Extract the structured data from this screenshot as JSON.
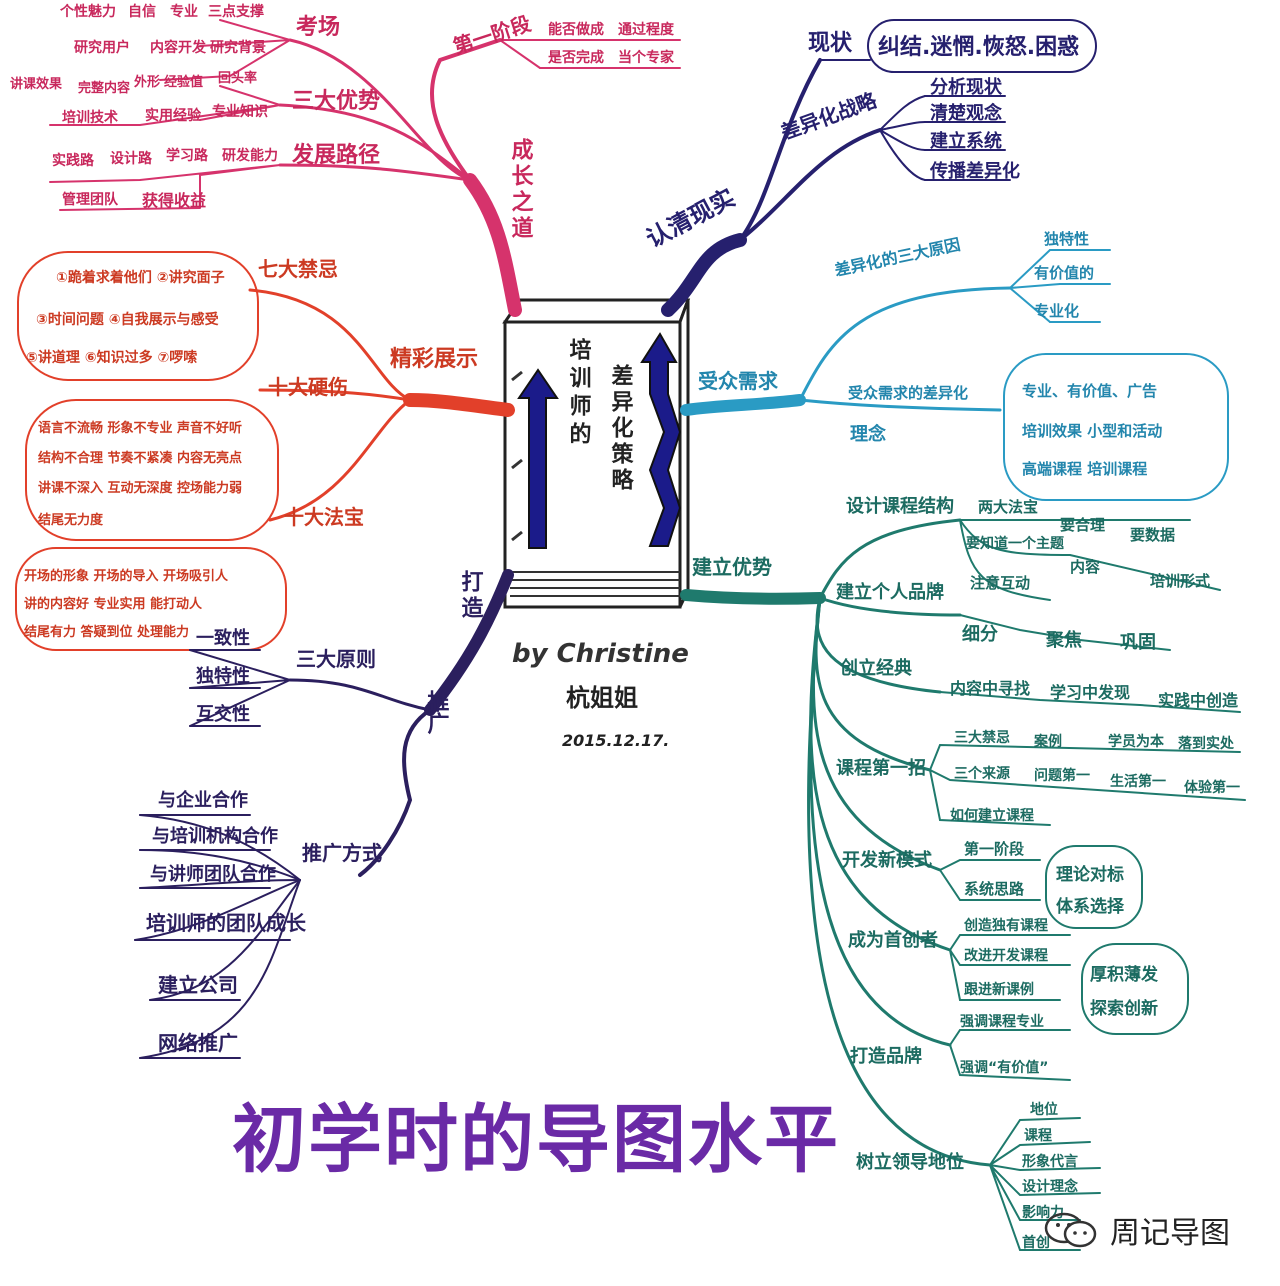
{
  "center": {
    "title_col1": "培训师的",
    "title_col2": "差异化策略",
    "author": "by Christine",
    "name": "杭姐姐",
    "date": "2015.12.17."
  },
  "branches": {
    "kunjing": {
      "label": "认清现实",
      "children": [
        {
          "label": "现状",
          "box": "纠结.迷惘.恢怒.困惑"
        },
        {
          "label": "差异化战略",
          "items": [
            "分析现状",
            "清楚观念",
            "建立系统",
            "传播差异化"
          ]
        }
      ]
    },
    "chengzhang": {
      "label": "成长之道",
      "children": [
        {
          "label": "第一阶段",
          "items": [
            "能否做成",
            "通过程度",
            "是否完成",
            "当个专家"
          ]
        },
        {
          "label": "考场",
          "items": [
            "个性魅力",
            "自信",
            "专业",
            "三点支撑",
            "研究用户",
            "内容开发",
            "研究背景"
          ]
        },
        {
          "label": "三大优势",
          "items": [
            "讲课效果",
            "完整内容",
            "外形",
            "经验值",
            "回头率",
            "培训技术",
            "实用经验",
            "专业知识"
          ]
        },
        {
          "label": "发展路径",
          "items": [
            "实践路",
            "设计路",
            "学习路",
            "研发能力",
            "管理团队",
            "获得收益"
          ]
        }
      ]
    },
    "jingcai": {
      "label": "精彩展示",
      "children": [
        {
          "label": "七大禁忌",
          "box": [
            "①跪着求着他们 ②讲究面子",
            "③时间问题 ④自我展示与感受",
            "⑤讲道理 ⑥知识过多 ⑦啰嗦"
          ]
        },
        {
          "label": "十大硬伤",
          "box": [
            "语言不流畅  形象不专业  声音不好听",
            "结构不合理  节奏不紧凑  内容无亮点",
            "讲课不深入  互动无深度  控场能力弱",
            "结尾无力度"
          ]
        },
        {
          "label": "十大法宝",
          "box": [
            "开场的形象  开场的导入  开场吸引人",
            "讲的内容好  专业实用  能打动人",
            "结尾有力  答疑到位  处理能力"
          ]
        }
      ]
    },
    "tuiguang": {
      "label": "推广",
      "sub": "打造",
      "children": [
        {
          "label": "三大原则",
          "items": [
            "一致性",
            "独特性",
            "互交性"
          ]
        },
        {
          "label": "推广方式",
          "items": [
            "与企业合作",
            "与培训机构合作",
            "与讲师团队合作",
            "培训师的团队成长",
            "建立公司",
            "网络推广"
          ]
        }
      ]
    },
    "shouzhong": {
      "label": "受众需求",
      "children": [
        {
          "label": "差异化的三大原因",
          "items": [
            "独特性",
            "有价值的",
            "专业化"
          ]
        },
        {
          "label": "受众需求的差异化",
          "sub": "理念",
          "box": [
            "专业、有价值、广告",
            "培训效果  小型和活动",
            "高端课程  培训课程"
          ]
        }
      ]
    },
    "youshi": {
      "label": "建立优势",
      "children": [
        {
          "label": "设计课程结构",
          "items": [
            "两大法宝",
            "要合理",
            "要数据",
            "要知道一个主题",
            "内容",
            "培训形式",
            "注意互动"
          ]
        },
        {
          "label": "建立个人品牌",
          "items": [
            "细分",
            "聚焦",
            "巩固"
          ]
        },
        {
          "label": "创立经典",
          "items": [
            "内容中寻找",
            "学习中发现",
            "实践中创造"
          ]
        },
        {
          "label": "课程第一招",
          "items": [
            "三大禁忌",
            "案例",
            "学员为本",
            "落到实处",
            "三个来源",
            "问题第一",
            "生活第一",
            "体验第一",
            "如何建立课程"
          ]
        },
        {
          "label": "开发新模式",
          "items": [
            "第一阶段",
            "系统思路"
          ],
          "note": [
            "理论对标",
            "体系选择"
          ]
        },
        {
          "label": "成为首创者",
          "items": [
            "创造独有课程",
            "改进开发课程",
            "跟进新课例"
          ],
          "note": [
            "厚积薄发",
            "探索创新"
          ]
        },
        {
          "label": "打造品牌",
          "items": [
            "强调课程专业",
            "强调“有价值”"
          ]
        },
        {
          "label": "树立领导地位",
          "items": [
            "地位",
            "课程",
            "形象代言",
            "设计理念",
            "影响力",
            "首创"
          ]
        }
      ]
    }
  },
  "caption": "初学时的导图水平",
  "watermark": "周记导图",
  "colors": {
    "chengzhang": "#d6336c",
    "jingcai": "#e2402a",
    "kunjing": "#26206e",
    "shouzhong": "#2a9bc4",
    "youshi": "#1f7a6d",
    "tuiguang": "#2b1f5e",
    "caption": "#6a2aa6"
  }
}
